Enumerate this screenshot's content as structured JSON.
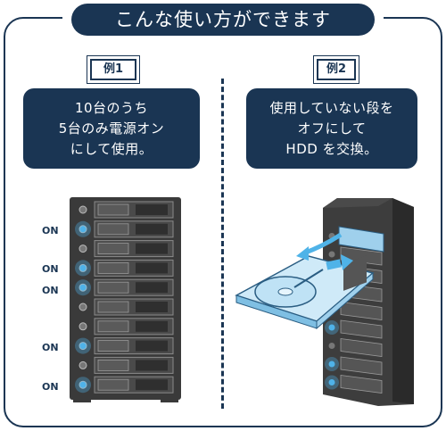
{
  "title": "こんな使い方ができます",
  "example1": {
    "tag": "例1",
    "lines": [
      "10台のうち",
      "5台のみ電源オン",
      "にして使用。"
    ],
    "on_labels": [
      "ON",
      "ON",
      "ON",
      "ON",
      "ON"
    ]
  },
  "example2": {
    "tag": "例2",
    "lines": [
      "使用していない段を",
      "オフにして",
      "HDD を交換。"
    ]
  },
  "colors": {
    "navy": "#1a3553",
    "enclosure": "#3a3a3a",
    "led_blue": "#4fb3e8",
    "drive_blue": "#9fd0ec"
  }
}
